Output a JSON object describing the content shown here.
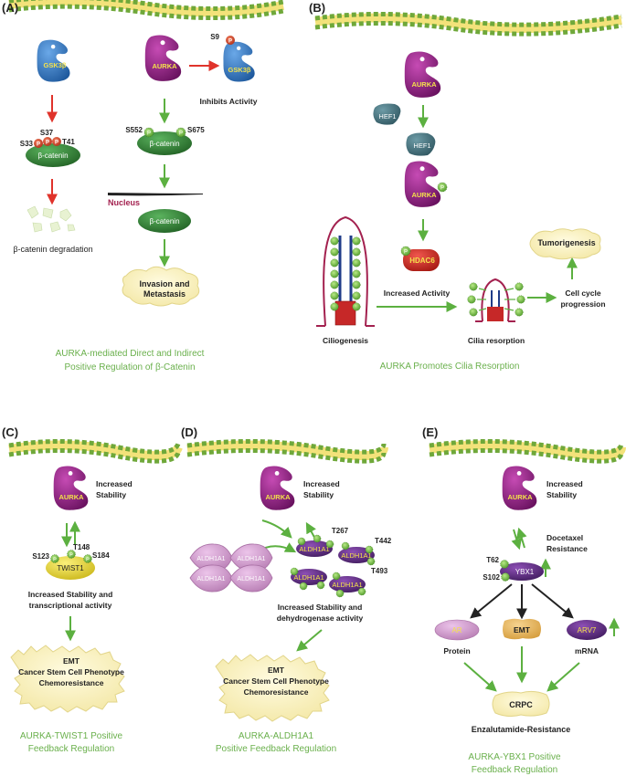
{
  "panels": {
    "a": {
      "letter": "(A)",
      "gsk3b": "GSK3β",
      "aurka": "AURKA",
      "gsk3b_inhibited": "GSK3β",
      "s9": "S9",
      "inhibits": "Inhibits Activity",
      "s33": "S33",
      "s37": "S37",
      "t41": "T41",
      "bcat_left": "β-catenin",
      "s552": "S552",
      "s675": "S675",
      "bcat_mid": "β-catenin",
      "nucleus": "Nucleus",
      "bcat_nuc": "β-catenin",
      "degradation": "β-catenin degradation",
      "invasion_1": "Invasion and",
      "invasion_2": "Metastasis",
      "caption_1": "AURKA-mediated Direct and Indirect",
      "caption_2": "Positive Regulation of β-Catenin"
    },
    "b": {
      "letter": "(B)",
      "aurka_top": "AURKA",
      "hef1_free": "HEF1",
      "hef1_bound": "HEF1",
      "aurka_bound": "AURKA",
      "hdac6": "HDAC6",
      "tumorigenesis": "Tumorigenesis",
      "increased_activity": "Increased Activity",
      "cell_cycle_1": "Cell cycle",
      "cell_cycle_2": "progression",
      "ciliogenesis": "Ciliogenesis",
      "cilia_resorption": "Cilia resorption",
      "caption": "AURKA Promotes Cilia Resorption"
    },
    "c": {
      "letter": "(C)",
      "aurka": "AURKA",
      "stability_1": "Increased",
      "stability_2": "Stability",
      "t148": "T148",
      "s123": "S123",
      "s184": "S184",
      "twist1": "TWIST1",
      "effect_1": "Increased Stability and",
      "effect_2": "transcriptional activity",
      "emt_1": "EMT",
      "emt_2": "Cancer Stem Cell Phenotype",
      "emt_3": "Chemoresistance",
      "caption_1": "AURKA-TWIST1 Positive",
      "caption_2": "Feedback Regulation"
    },
    "d": {
      "letter": "(D)",
      "aurka": "AURKA",
      "stability_1": "Increased",
      "stability_2": "Stability",
      "tetramer": [
        "ALDH1A1",
        "ALDH1A1",
        "ALDH1A1",
        "ALDH1A1"
      ],
      "phospho": [
        "ALDH1A1",
        "ALDH1A1",
        "ALDH1A1",
        "ALDH1A1"
      ],
      "t267": "T267",
      "t442": "T442",
      "t493": "T493",
      "effect_1": "Increased Stability and",
      "effect_2": "dehydrogenase activity",
      "emt_1": "EMT",
      "emt_2": "Cancer Stem Cell Phenotype",
      "emt_3": "Chemoresistance",
      "caption_1": "AURKA-ALDH1A1",
      "caption_2": "Positive Feedback Regulation"
    },
    "e": {
      "letter": "(E)",
      "aurka": "AURKA",
      "stability_1": "Increased",
      "stability_2": "Stability",
      "docetaxel_1": "Docetaxel",
      "docetaxel_2": "Resistance",
      "t62": "T62",
      "s102": "S102",
      "ybx1": "YBX1",
      "ar": "AR",
      "emt": "EMT",
      "arv7": "ARV7",
      "protein": "Protein",
      "mrna": "mRNA",
      "crpc": "CRPC",
      "enzalutamide": "Enzalutamide-Resistance",
      "caption_1": "AURKA-YBX1 Positive",
      "caption_2": "Feedback Regulation"
    }
  },
  "phospho_letter": "P",
  "colors": {
    "caption_green": "#6ab04c",
    "arrow_green": "#5cb040",
    "arrow_red": "#e0332b",
    "aurka_magenta": "#8e1d7e",
    "gsk_blue": "#3a7dc4",
    "catenin_green": "#2e7d32",
    "nucleus_text": "#a3214f",
    "label_yellow": "#f4e24b",
    "membrane_green": "#7cb342",
    "membrane_yellow": "#f3e27a"
  }
}
